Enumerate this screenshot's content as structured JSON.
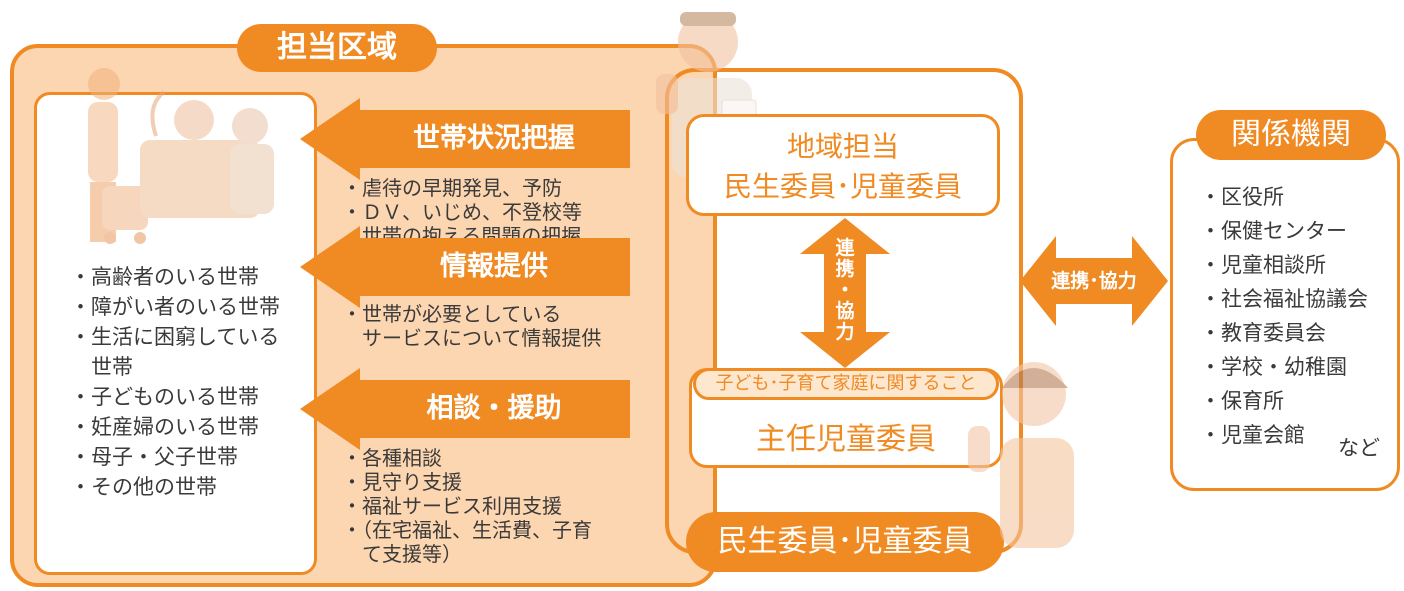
{
  "left_area": {
    "title": "担当区域",
    "households": [
      "・高齢者のいる世帯",
      "・障がい者のいる世帯",
      "・生活に困窮している",
      "　世帯",
      "・子どものいる世帯",
      "・妊産婦のいる世帯",
      "・母子・父子世帯",
      "・その他の世帯"
    ],
    "arrows": [
      {
        "label": "世帯状況把握",
        "desc": [
          "・虐待の早期発見、予防",
          "・ＤＶ、いじめ、不登校等",
          "　世帯の抱える問題の把握"
        ]
      },
      {
        "label": "情報提供",
        "desc": [
          "・世帯が必要としている",
          "　サービスについて情報提供"
        ]
      },
      {
        "label": "相談・援助",
        "desc": [
          "・各種相談",
          "・見守り支援",
          "・福祉サービス利用支援",
          "・（在宅福祉、生活費、子育",
          "　て支援等）"
        ]
      }
    ]
  },
  "middle": {
    "regional_line1": "地域担当",
    "regional_line2": "民生委員･児童委員",
    "cooperate_vertical_1": "連",
    "cooperate_vertical_2": "携",
    "cooperate_vertical_3": "・",
    "cooperate_vertical_4": "協",
    "cooperate_vertical_5": "力",
    "chief_tag": "子ども･子育て家庭に関すること",
    "chief_label": "主任児童委員",
    "bottom_label": "民生委員･児童委員"
  },
  "link": {
    "label": "連携･協力"
  },
  "agencies": {
    "title": "関係機関",
    "items": [
      "・区役所",
      "・保健センター",
      "・児童相談所",
      "・社会福祉協議会",
      "・教育委員会",
      "・学校・幼稚園",
      "・保育所",
      "・児童会館"
    ],
    "etc": "など"
  },
  "colors": {
    "accent": "#f08a22",
    "fill": "#fcd6b0"
  }
}
